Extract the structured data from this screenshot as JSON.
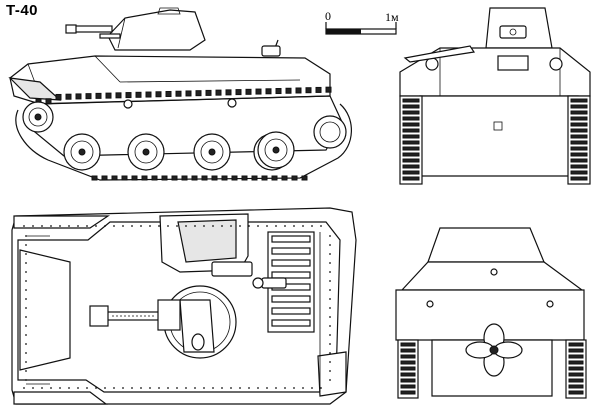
{
  "title": "T-40",
  "scale_bar": {
    "start_label": "0",
    "end_label": "1м"
  }
}
